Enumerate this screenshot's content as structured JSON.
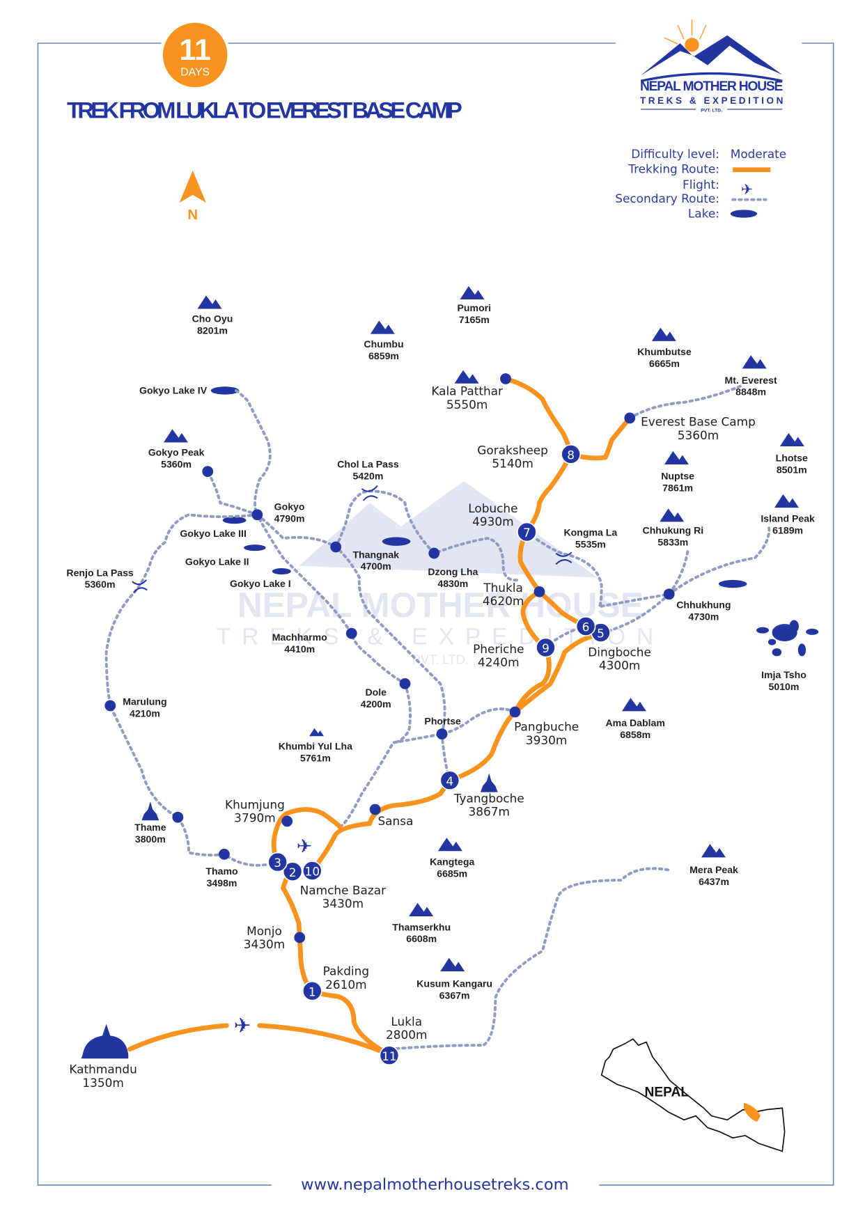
{
  "header": {
    "days_number": "11",
    "days_label": "DAYS",
    "title": "TREK FROM LUKLA TO EVEREST BASE CAMP"
  },
  "logo": {
    "line1": "NEPAL MOTHER HOUSE",
    "line2": "TREKS & EXPEDITION",
    "line3": "PVT. LTD."
  },
  "watermark": {
    "line1": "NEPAL MOTHER HOUSE",
    "line2": "TREKS & EXPEDITION",
    "line3": "PVT. LTD."
  },
  "legend": {
    "difficulty_label": "Difficulty level:",
    "difficulty_value": "Moderate",
    "trekking_route": "Trekking Route:",
    "flight": "Flight:",
    "secondary_route": "Secondary Route:",
    "lake": "Lake:"
  },
  "compass": {
    "label": "N"
  },
  "colors": {
    "brand_blue": "#2335a0",
    "route_orange": "#f7931e",
    "secondary_gray": "#8e9bc2"
  },
  "places": [
    {
      "name": "Cho Oyu",
      "alt": "8201m"
    },
    {
      "name": "Chumbu",
      "alt": "6859m"
    },
    {
      "name": "Pumori",
      "alt": "7165m"
    },
    {
      "name": "Khumbutse",
      "alt": "6665m"
    },
    {
      "name": "Mt. Everest",
      "alt": "8848m"
    },
    {
      "name": "Kala Patthar",
      "alt": "5550m"
    },
    {
      "name": "Everest Base Camp",
      "alt": "5360m"
    },
    {
      "name": "Gokyo Peak",
      "alt": "5360m"
    },
    {
      "name": "Goraksheep",
      "alt": "5140m"
    },
    {
      "name": "Lhotse",
      "alt": "8501m"
    },
    {
      "name": "Nuptse",
      "alt": "7861m"
    },
    {
      "name": "Chol La Pass",
      "alt": "5420m"
    },
    {
      "name": "Gokyo",
      "alt": "4790m"
    },
    {
      "name": "Lobuche",
      "alt": "4930m"
    },
    {
      "name": "Kongma La",
      "alt": "5535m"
    },
    {
      "name": "Chhukung Ri",
      "alt": "5833m"
    },
    {
      "name": "Island Peak",
      "alt": "6189m"
    },
    {
      "name": "Gokyo Lake IV",
      "alt": ""
    },
    {
      "name": "Gokyo Lake III",
      "alt": ""
    },
    {
      "name": "Gokyo Lake II",
      "alt": ""
    },
    {
      "name": "Gokyo Lake I",
      "alt": ""
    },
    {
      "name": "Thangnak",
      "alt": "4700m"
    },
    {
      "name": "Dzong Lha",
      "alt": "4830m"
    },
    {
      "name": "Renjo La Pass",
      "alt": "5360m"
    },
    {
      "name": "Thukla",
      "alt": "4620m"
    },
    {
      "name": "Chhukhung",
      "alt": "4730m"
    },
    {
      "name": "Machharmo",
      "alt": "4410m"
    },
    {
      "name": "Pheriche",
      "alt": "4240m"
    },
    {
      "name": "Dingboche",
      "alt": "4300m"
    },
    {
      "name": "Imja Tsho",
      "alt": "5010m"
    },
    {
      "name": "Dole",
      "alt": "4200m"
    },
    {
      "name": "Marulung",
      "alt": "4210m"
    },
    {
      "name": "Phortse",
      "alt": ""
    },
    {
      "name": "Ama Dablam",
      "alt": "6858m"
    },
    {
      "name": "Pangbuche",
      "alt": "3930m"
    },
    {
      "name": "Khumbi Yul Lha",
      "alt": "5761m"
    },
    {
      "name": "Tyangboche",
      "alt": "3867m"
    },
    {
      "name": "Khumjung",
      "alt": "3790m"
    },
    {
      "name": "Sansa",
      "alt": ""
    },
    {
      "name": "Thame",
      "alt": "3800m"
    },
    {
      "name": "Kangtega",
      "alt": "6685m"
    },
    {
      "name": "Mera Peak",
      "alt": "6437m"
    },
    {
      "name": "Thamo",
      "alt": "3498m"
    },
    {
      "name": "Namche Bazar",
      "alt": "3430m"
    },
    {
      "name": "Thamserkhu",
      "alt": "6608m"
    },
    {
      "name": "Monjo",
      "alt": "3430m"
    },
    {
      "name": "Pakding",
      "alt": "2610m"
    },
    {
      "name": "Kusum Kangaru",
      "alt": "6367m"
    },
    {
      "name": "Lukla",
      "alt": "2800m"
    },
    {
      "name": "Kathmandu",
      "alt": "1350m"
    }
  ],
  "stops": [
    "1",
    "2",
    "3",
    "4",
    "5",
    "6",
    "7",
    "8",
    "9",
    "10",
    "11"
  ],
  "inset": {
    "label": "NEPAL"
  },
  "footer": {
    "url": "www.nepalmotherhousetreks.com"
  }
}
